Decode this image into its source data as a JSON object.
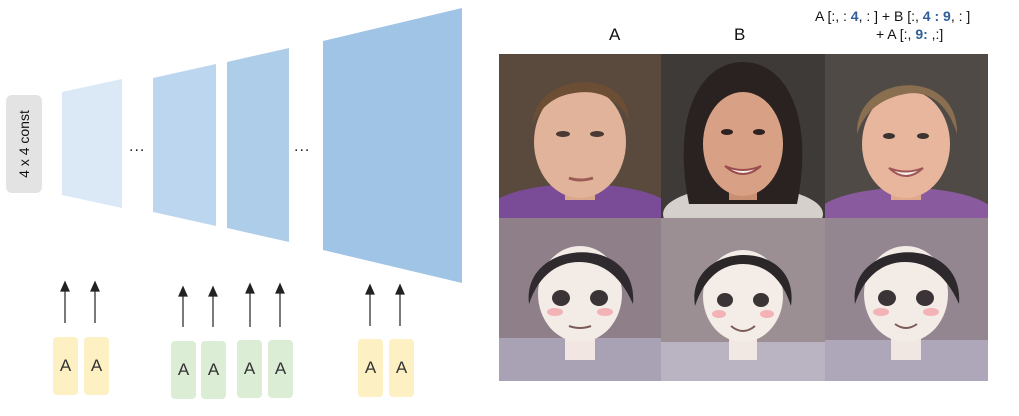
{
  "const_label": "4 x 4 const",
  "ellipsis": "...",
  "latent_label": "A",
  "columns": [
    "A",
    "B"
  ],
  "formula": {
    "line1_prefix": "A [:, : ",
    "line1_idx1": "4",
    "line1_mid": ", : ] + B [:, ",
    "line1_idx2": "4 : 9",
    "line1_suffix": ", : ]",
    "line2_prefix": "+ A [:, ",
    "line2_idx": "9:",
    "line2_suffix": " ,:]"
  },
  "colors": {
    "layer_1": "#dbe8f6",
    "layer_2": "#bdd6ef",
    "layer_3": "#aecde9",
    "layer_4": "#a0c4e6",
    "latent_yellow": "#fdf0c3",
    "latent_green": "#dcedd5",
    "highlight": "#2f5f98"
  }
}
